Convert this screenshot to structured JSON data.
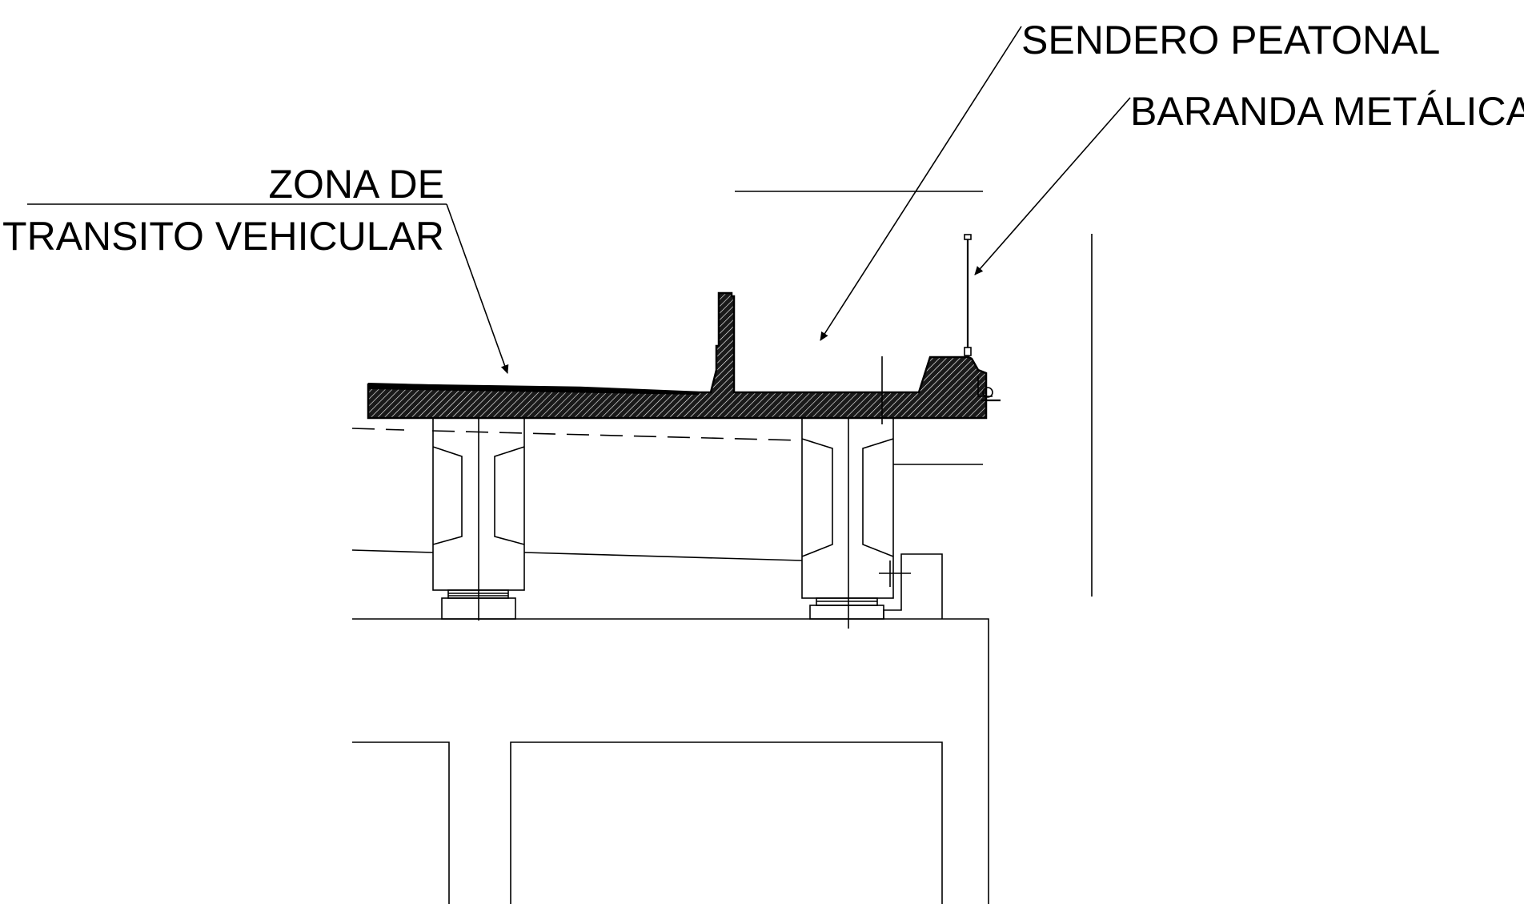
{
  "labels": {
    "zona_line1": "ZONA DE",
    "zona_line2": "TRANSITO VEHICULAR",
    "sendero": "SENDERO PEATONAL",
    "baranda": "BARANDA METÁLICA"
  },
  "colors": {
    "ink": "#000000",
    "background": "#ffffff"
  }
}
